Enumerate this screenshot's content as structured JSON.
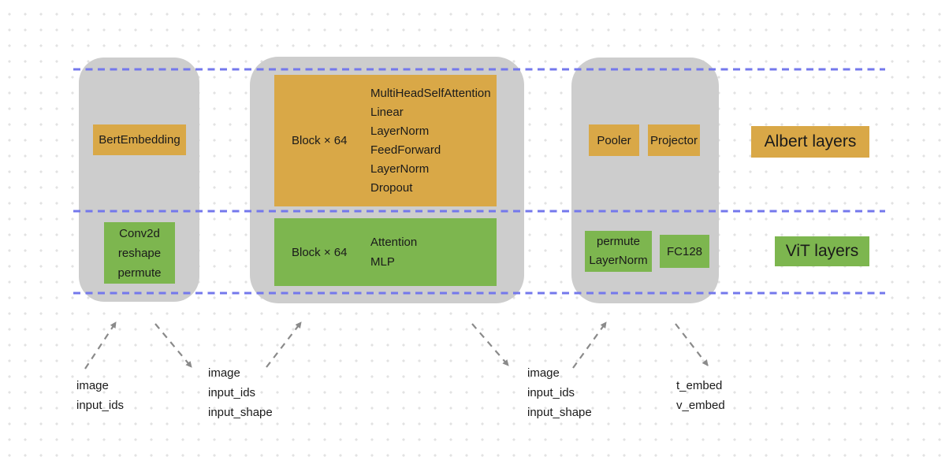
{
  "legend": {
    "albert_label": "Albert layers",
    "vit_label": "ViT layers"
  },
  "embedding_panel": {
    "albert_box_label": "BertEmbedding",
    "vit_box_lines": [
      "Conv2d",
      "reshape",
      "permute"
    ]
  },
  "encoder_panel": {
    "albert_block_label": "Block × 64",
    "albert_layer_list": [
      "MultiHeadSelfAttention",
      "Linear",
      "LayerNorm",
      "FeedForward",
      "LayerNorm",
      "Dropout"
    ],
    "vit_block_label": "Block × 64",
    "vit_layer_list": [
      "Attention",
      "MLP"
    ]
  },
  "output_panel": {
    "albert_box_labels": [
      "Pooler",
      "Projector"
    ],
    "vit_box_lines": [
      "permute",
      "LayerNorm"
    ],
    "vit_fc_label": "FC128"
  },
  "io_annotations": [
    {
      "lines": [
        "image",
        "input_ids"
      ]
    },
    {
      "lines": [
        "image",
        "input_ids",
        "input_shape"
      ]
    },
    {
      "lines": [
        "image",
        "input_ids",
        "input_shape"
      ]
    },
    {
      "lines": [
        "t_embed",
        "v_embed"
      ]
    }
  ],
  "colors": {
    "albert": "#d9a847",
    "vit": "#7db64f",
    "panel_gray": "#cdcdcd",
    "guide_line_blue": "#7478ec",
    "arrow_gray": "#8a8a8a",
    "dot_grid": "#e2e2e2"
  }
}
